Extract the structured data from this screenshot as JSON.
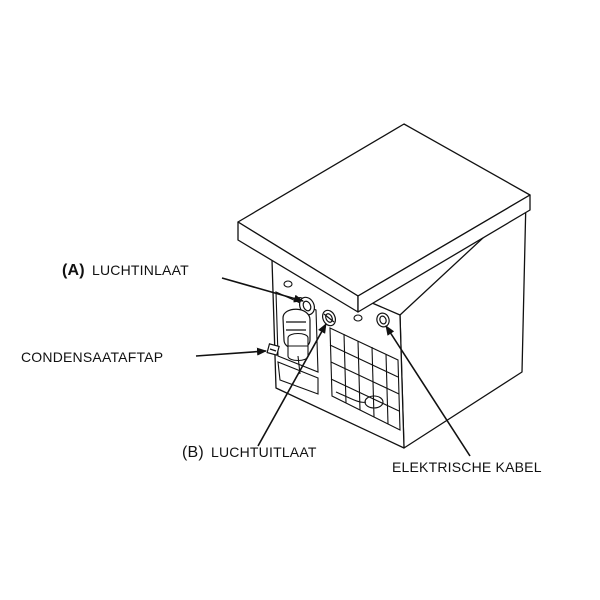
{
  "diagram": {
    "labels": {
      "inlet_tag": "(A)",
      "inlet": "LUCHTINLAAT",
      "condensate": "CONDENSAATAFTAP",
      "outlet_tag": "(B)",
      "outlet": "LUCHTUITLAAT",
      "cable": "ELEKTRISCHE KABEL"
    },
    "colors": {
      "line": "#111111",
      "background": "#ffffff"
    }
  }
}
